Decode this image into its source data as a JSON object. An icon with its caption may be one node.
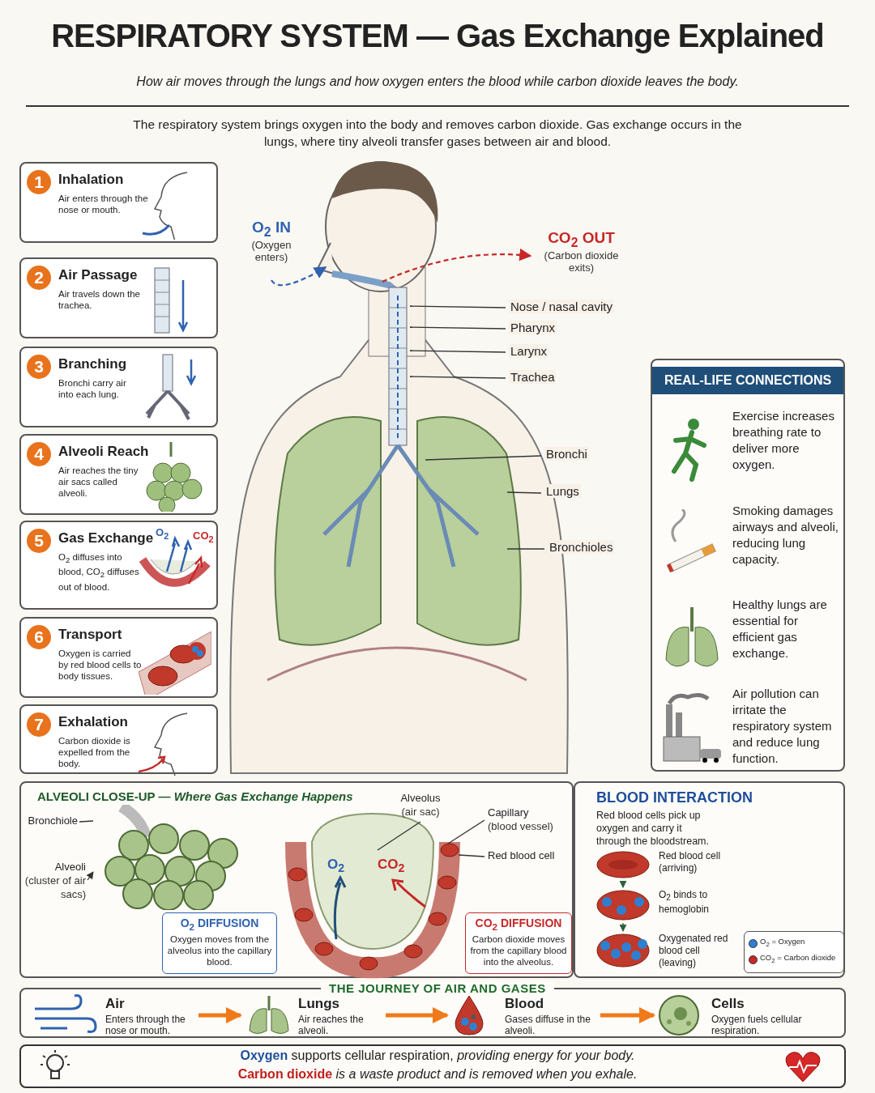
{
  "diagram": {
    "title": "RESPIRATORY SYSTEM — Gas Exchange Explained",
    "nodes": [
      {
        "text": [
          "1",
          "Inhalation",
          "Air enters through the nose or mouth."
        ]
      },
      {
        "text": [
          "2",
          "Air Passage",
          "Air travels down the trachea."
        ]
      },
      {
        "text": [
          "3",
          "Branching",
          "Bronchi carry air into each lung."
        ]
      },
      {
        "text": [
          "4",
          "Alveoli Reach",
          "Air reaches the tiny air sacs called alveoli."
        ]
      },
      {
        "text": [
          "5",
          "Gas Exchange",
          "O$_{2}$ diffuses into blood, CO$_{2}$ diffuses out of blood."
        ]
      },
      {
        "text": [
          "6",
          "Transport",
          "Oxygen is carried by red blood cells to body tissues."
        ]
      },
      {
        "text": [
          "7",
          "Exhalation",
          "Carbon dioxide is expelled from the body."
        ]
      },
      {
        "text": [
          "O$_{2}$ IN",
          "(Oxygen enters)"
        ]
      },
      {
        "text": [
          "CO$_{2}$ OUT",
          "(Carbon dioxide exits)"
        ]
      },
      {
        "text": [
          "Nose / nasal cavity"
        ]
      },
      {
        "text": [
          "Pharynx"
        ]
      },
      {
        "text": [
          "Larynx"
        ]
      },
      {
        "text": [
          "Trachea"
        ]
      },
      {
        "text": [
          "Bronchi"
        ]
      },
      {
        "text": [
          "Lungs"
        ]
      },
      {
        "text": [
          "Bronchioles"
        ]
      },
      {
        "text": [
          "REAL-LIFE CONNECTIONS"
        ]
      },
      {
        "text": [
          "Exercise increases breathing rate to deliver more oxygen."
        ],
        "in": 16
      },
      {
        "text": [
          "Smoking damages airways and alveoli, reducing lung capacity."
        ],
        "in": 16
      },
      {
        "text": [
          "Healthy lungs are essential for efficient gas exchange."
        ],
        "in": 16
      },
      {
        "text": [
          "Air pollution can irritate the respiratory system and reduce lung function."
        ],
        "in": 16
      },
      {
        "text": [
          "ALVEOLI CLOSE-UP — *Where Gas Exchange Happens*"
        ]
      },
      {
        "text": [
          "Bronchiole"
        ],
        "in": 21
      },
      {
        "text": [
          "Alveoli",
          "(cluster of air sacs)"
        ],
        "in": 21
      },
      {
        "text": [
          "Alveolus",
          "(air sac)"
        ],
        "in": 21
      },
      {
        "text": [
          "Capillary",
          "(blood vessel)"
        ],
        "in": 21
      },
      {
        "text": [
          "Red blood cell"
        ],
        "in": 21
      },
      {
        "text": [
          "O$_{2}$ DIFFUSION",
          "Oxygen moves from the alveolus into the capillary blood."
        ],
        "in": 21
      },
      {
        "text": [
          "CO$_{2}$ DIFFUSION",
          "Carbon dioxide moves from the capillary blood into the alveolus."
        ],
        "in": 21
      },
      {
        "text": [
          "BLOOD INTERACTION",
          "Red blood cells pick up oxygen and carry it through the bloodstream."
        ]
      },
      {
        "text": [],
        "shape": "picture",
        "in": 29,
        "beside": [
          "Red blood cell (arriving)"
        ]
      },
      {
        "text": [],
        "shape": "picture",
        "in": 29,
        "beside": [
          "O$_{2}$ binds to hemoglobin"
        ]
      },
      {
        "text": [],
        "shape": "picture",
        "in": 29,
        "beside": [
          "Oxygenated red blood cell (leaving)"
        ]
      },
      {
        "text": [
          "THE JOURNEY OF AIR AND GASES"
        ]
      },
      {
        "text": [
          "Air",
          "Enters through the nose or mouth."
        ],
        "in": 33
      },
      {
        "text": [
          "Lungs",
          "Air reaches the alveoli."
        ],
        "in": 33
      },
      {
        "text": [
          "Blood",
          "Gases diffuse in the alveoli."
        ],
        "in": 33
      },
      {
        "text": [
          "Cells",
          "Oxygen fuels cellular respiration."
        ],
        "in": 33
      },
      {
        "text": [],
        "shape": "picture",
        "in": 21
      }
    ],
    "edges": [
      {
        "from": 7,
        "to": null,
        "arrow": "to",
        "style": "dashed",
        "color": "#2f62b0"
      },
      {
        "from": null,
        "to": 8,
        "arrow": "to",
        "style": "dashed",
        "color": "#c62828"
      },
      {
        "from": 9,
        "to": null,
        "arrow": "none"
      },
      {
        "from": 10,
        "to": null,
        "arrow": "none"
      },
      {
        "from": 11,
        "to": null,
        "arrow": "none"
      },
      {
        "from": 12,
        "to": null,
        "arrow": "none"
      },
      {
        "from": 13,
        "to": null,
        "arrow": "none"
      },
      {
        "from": 14,
        "to": null,
        "arrow": "none"
      },
      {
        "from": 15,
        "to": null,
        "arrow": "none"
      },
      {
        "from": 22,
        "to": 38,
        "arrow": "none"
      },
      {
        "from": 23,
        "to": 38,
        "arrow": "to"
      },
      {
        "from": 24,
        "to": null,
        "arrow": "none"
      },
      {
        "from": 25,
        "to": null,
        "arrow": "none"
      },
      {
        "from": 26,
        "to": null,
        "arrow": "none"
      },
      {
        "from": 30,
        "to": 31,
        "arrow": "to",
        "color": "#2e5e3a"
      },
      {
        "from": 31,
        "to": 32,
        "arrow": "to",
        "color": "#2e5e3a"
      },
      {
        "from": 34,
        "to": 35,
        "arrow": "to",
        "style": "thick",
        "color": "#f07a1a"
      },
      {
        "from": 35,
        "to": 36,
        "arrow": "to",
        "style": "thick",
        "color": "#f07a1a"
      },
      {
        "from": 36,
        "to": 37,
        "arrow": "to",
        "style": "thick",
        "color": "#f07a1a"
      }
    ],
    "labels": [
      "How air moves through the lungs and how oxygen enters the blood while carbon dioxide leaves the body.",
      "The respiratory system brings oxygen into the body and removes carbon dioxide. Gas exchange occurs in the lungs, where tiny alveoli transfer gases between air and blood.",
      "O$_{2}$",
      "CO$_{2}$",
      "O$_{2}$",
      "CO$_{2}$",
      "**Oxygen** supports cellular respiration, *providing energy for your body.*",
      "**Carbon dioxide** *is a waste product and is removed when you exhale.*"
    ],
    "legend": [
      {
        "text": "O$_{2}$ = Oxygen",
        "color": "#2f7fd0"
      },
      {
        "text": "CO$_{2}$ = Carbon dioxide",
        "color": "#c62828"
      }
    ]
  }
}
